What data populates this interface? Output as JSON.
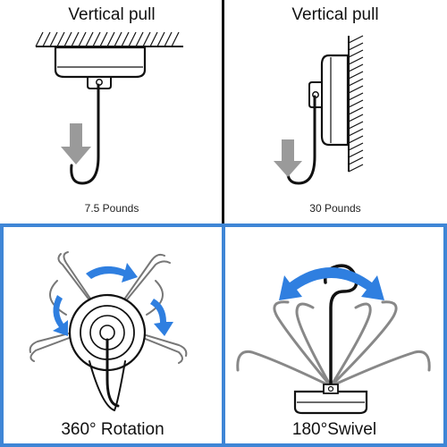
{
  "panels": {
    "top_left": {
      "title": "Vertical pull",
      "weight": "7.5 Pounds"
    },
    "top_right": {
      "title": "Vertical pull",
      "weight": "30 Pounds"
    },
    "bottom_left": {
      "caption": "360° Rotation"
    },
    "bottom_right": {
      "caption": "180°Swivel"
    }
  },
  "colors": {
    "accent_blue": "#3f86d6",
    "arrow_blue": "#2f7fe0",
    "pull_arrow_gray": "#9a9a9a",
    "outline": "#111111"
  }
}
